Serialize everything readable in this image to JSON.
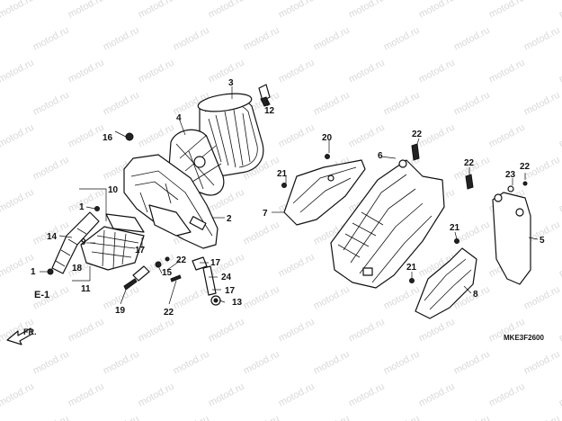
{
  "watermark": {
    "text": "motod.ru",
    "color": "#d9d9d9"
  },
  "diagram_code": "MKE3F2600",
  "section_ref": "E-1",
  "direction_label": "FR.",
  "callouts": [
    {
      "id": "c1a",
      "text": "1"
    },
    {
      "id": "c1b",
      "text": "1"
    },
    {
      "id": "c2",
      "text": "2"
    },
    {
      "id": "c3",
      "text": "3"
    },
    {
      "id": "c4",
      "text": "4"
    },
    {
      "id": "c5",
      "text": "5"
    },
    {
      "id": "c6",
      "text": "6"
    },
    {
      "id": "c7",
      "text": "7"
    },
    {
      "id": "c8",
      "text": "8"
    },
    {
      "id": "c9",
      "text": "9"
    },
    {
      "id": "c10",
      "text": "10"
    },
    {
      "id": "c11",
      "text": "11"
    },
    {
      "id": "c12",
      "text": "12"
    },
    {
      "id": "c13",
      "text": "13"
    },
    {
      "id": "c14",
      "text": "14"
    },
    {
      "id": "c15",
      "text": "15"
    },
    {
      "id": "c16",
      "text": "16"
    },
    {
      "id": "c17a",
      "text": "17"
    },
    {
      "id": "c17b",
      "text": "17"
    },
    {
      "id": "c18",
      "text": "18"
    },
    {
      "id": "c19",
      "text": "19"
    },
    {
      "id": "c20",
      "text": "20"
    },
    {
      "id": "c21a",
      "text": "21"
    },
    {
      "id": "c21b",
      "text": "21"
    },
    {
      "id": "c21c",
      "text": "21"
    },
    {
      "id": "c21d",
      "text": "21"
    },
    {
      "id": "c22a",
      "text": "22"
    },
    {
      "id": "c22b",
      "text": "22"
    },
    {
      "id": "c22c",
      "text": "22"
    },
    {
      "id": "c22d",
      "text": "22"
    },
    {
      "id": "c22e",
      "text": "22"
    },
    {
      "id": "c23",
      "text": "23"
    },
    {
      "id": "c24",
      "text": "24"
    }
  ]
}
